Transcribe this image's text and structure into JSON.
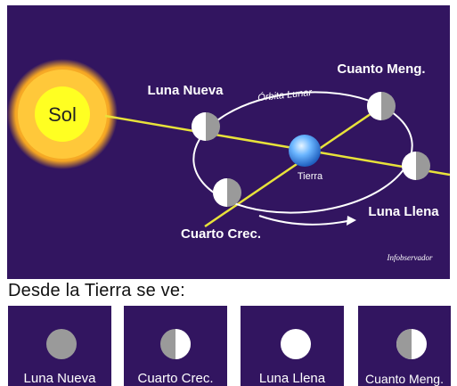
{
  "diagram": {
    "sun_label": "Sol",
    "earth_label": "Tierra",
    "orbit_label": "Órbita Lunar",
    "positions": {
      "new_moon": "Luna Nueva",
      "waning_quarter": "Cuanto Meng.",
      "full_moon": "Luna Llena",
      "waxing_quarter": "Cuarto Crec."
    },
    "credit": "Infobservador"
  },
  "caption": "Desde la Tierra se ve:",
  "phases": [
    {
      "label": "Luna Nueva",
      "icon": "new-moon-icon"
    },
    {
      "label": "Cuarto Crec.",
      "icon": "first-quarter-moon-icon"
    },
    {
      "label": "Luna Llena",
      "icon": "full-moon-icon"
    },
    {
      "label": "Cuanto Meng.",
      "icon": "last-quarter-moon-icon"
    }
  ],
  "colors": {
    "background": "#321560",
    "sun": "#ffea00",
    "sun_glow": "#f5a623",
    "sunlight_line": "#e8e23a",
    "orbit": "#ffffff",
    "moon_lit": "#ffffff",
    "moon_dark": "#9a9a9a",
    "earth": "#4da3f0"
  }
}
